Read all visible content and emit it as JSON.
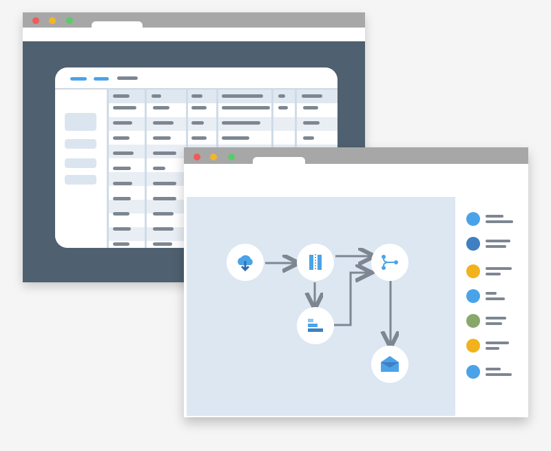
{
  "colors": {
    "back_window_bg": "#4f6070",
    "titlebar": "#a7a7a7",
    "canvas": "#dce7f2",
    "accent_blue": "#4aa3e8",
    "dark_blue": "#3f7fc2",
    "orange": "#f1b21d",
    "green": "#8aa76a",
    "placeholder_gray": "#7d8691"
  },
  "back_window": {
    "window_controls": [
      "close",
      "minimize",
      "zoom"
    ],
    "nav_tabs": [
      "active",
      "active",
      "inactive"
    ],
    "sidebar_items": 4,
    "table": {
      "rows": 10,
      "columns": 6
    }
  },
  "front_window": {
    "window_controls": [
      "close",
      "minimize",
      "zoom"
    ],
    "workflow_nodes": [
      {
        "id": "download",
        "icon": "cloud-download-icon"
      },
      {
        "id": "split",
        "icon": "columns-icon"
      },
      {
        "id": "merge",
        "icon": "branch-icon"
      },
      {
        "id": "sort",
        "icon": "bars-stack-icon"
      },
      {
        "id": "email",
        "icon": "envelope-icon"
      }
    ],
    "user_list": [
      {
        "color": "#4aa3e8"
      },
      {
        "color": "#3f7fc2"
      },
      {
        "color": "#f1b21d"
      },
      {
        "color": "#4aa3e8"
      },
      {
        "color": "#8aa76a"
      },
      {
        "color": "#f1b21d"
      },
      {
        "color": "#4aa3e8"
      }
    ]
  }
}
